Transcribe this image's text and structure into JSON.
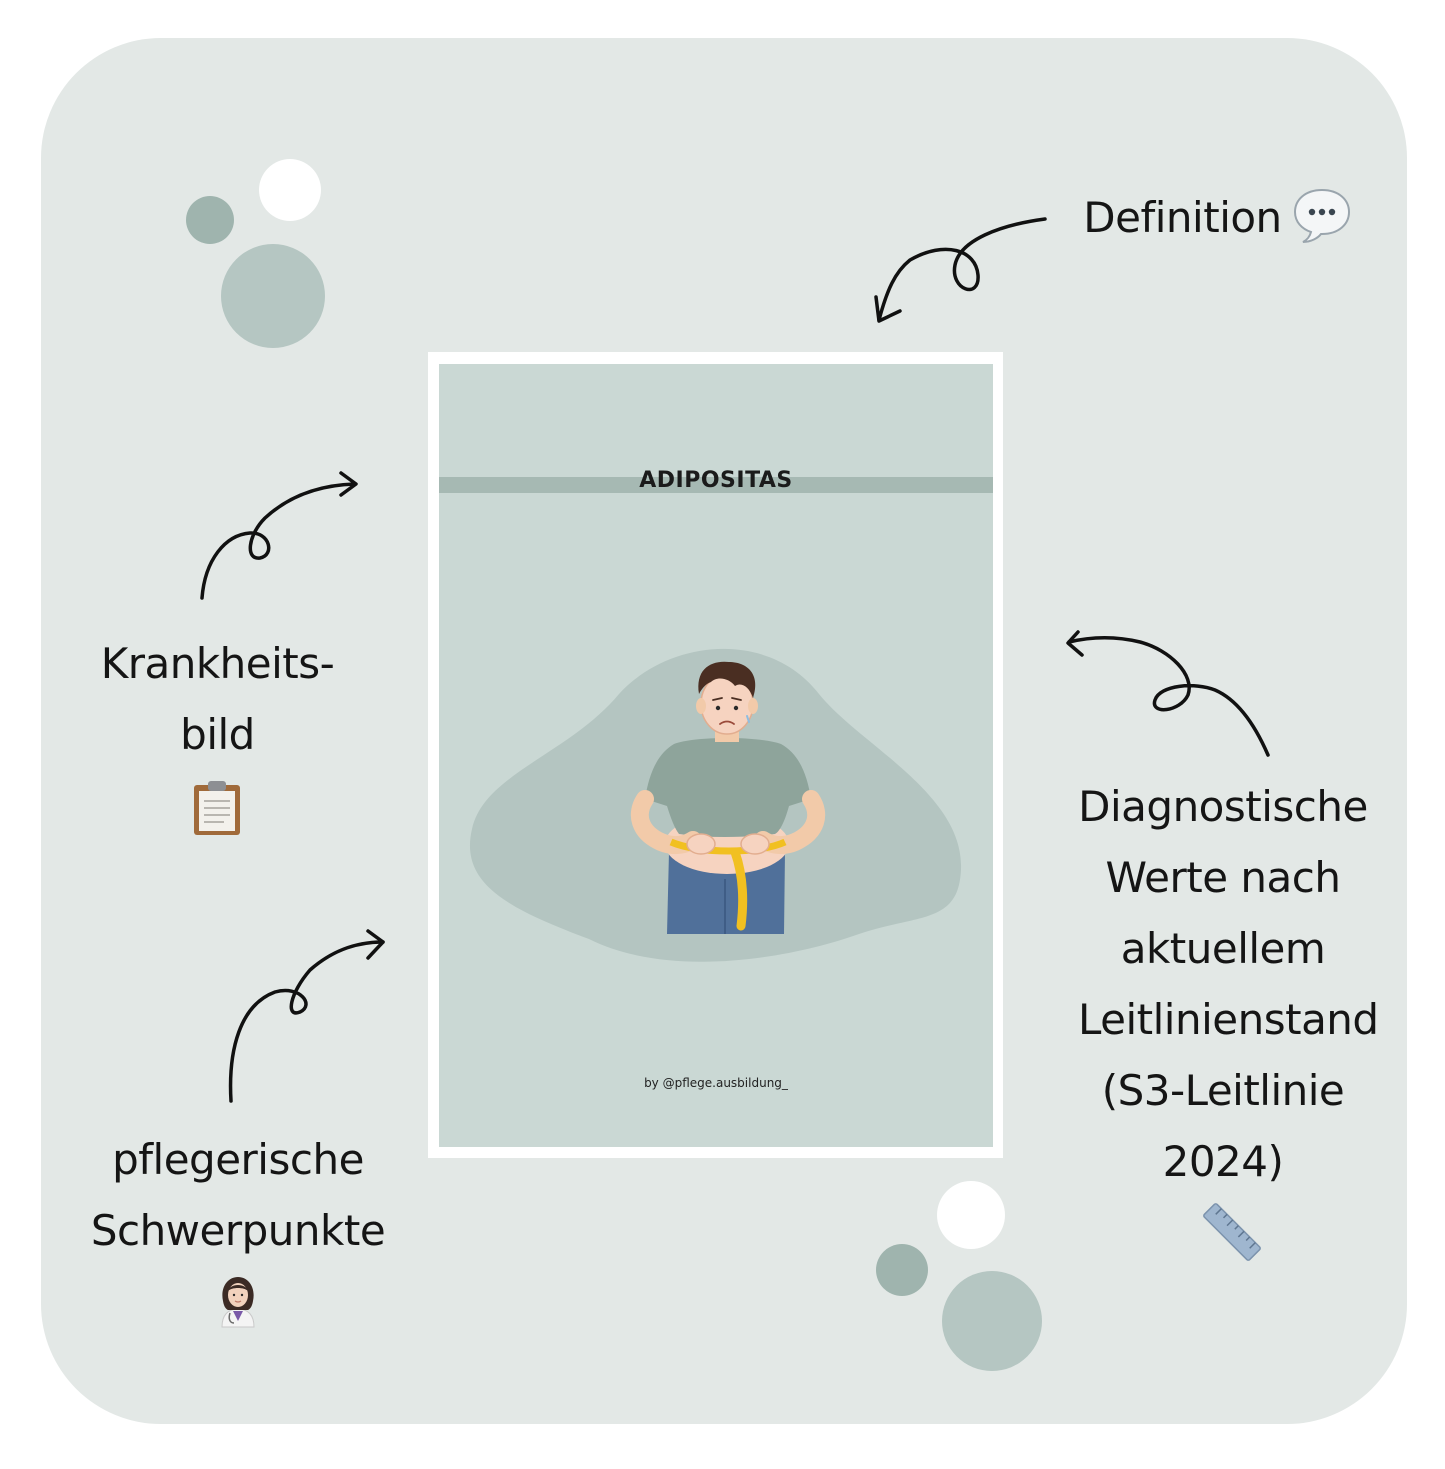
{
  "labels": {
    "definition": "Definition",
    "krankheitsbild_line1": "Krankheits-",
    "krankheitsbild_line2": "bild",
    "diagnostik_line1": "Diagnostische",
    "diagnostik_line2": "Werte nach",
    "diagnostik_line3": "aktuellem",
    "diagnostik_line4": "Leitlinienstand",
    "diagnostik_line5": "(S3-Leitlinie",
    "diagnostik_line6": "2024)",
    "pflege_line1": "pflegerische",
    "pflege_line2": "Schwerpunkte"
  },
  "icons": {
    "speech": "speech-bubble-icon",
    "clipboard": "clipboard-icon",
    "ruler": "ruler-icon",
    "nurse": "health-worker-icon"
  },
  "card": {
    "title": "ADIPOSITAS",
    "byline": "by @pflege.ausbildung_"
  },
  "colors": {
    "panel": "#e3e8e6",
    "card": "#cad8d4",
    "accent": "#a6b9b3",
    "dot_dark": "#9fb4ae",
    "dot_light": "#b5c6c2"
  }
}
